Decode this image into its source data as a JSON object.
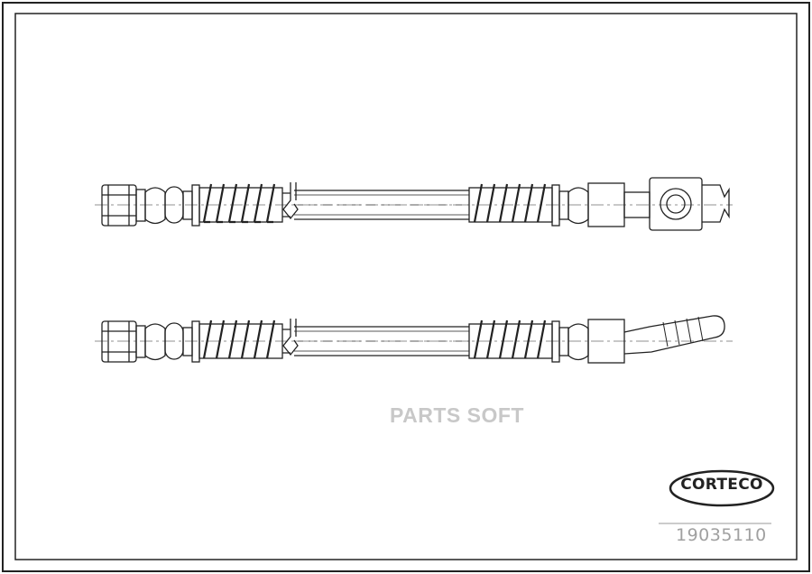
{
  "watermark": {
    "text": "PARTS SOFT"
  },
  "brand": {
    "text": "CORTECO"
  },
  "part_number": {
    "text": "19035110"
  },
  "colors": {
    "line": "#222222",
    "hatch": "#444444",
    "watermark": "#c8c8c8",
    "part_number": "#a0a0a0"
  }
}
